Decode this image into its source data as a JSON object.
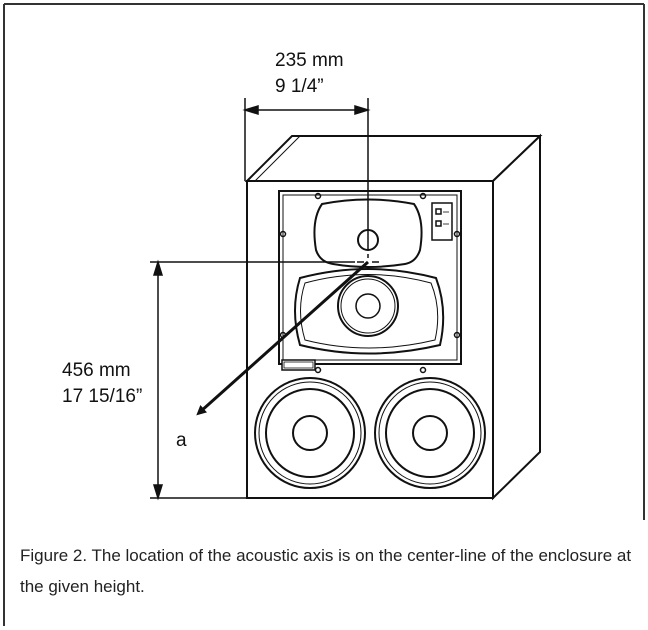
{
  "width_dimension": {
    "metric": "235 mm",
    "imperial": "9 1/4”"
  },
  "height_dimension": {
    "metric": "456 mm",
    "imperial": "17 15/16”"
  },
  "axis_label": "a",
  "caption": "Figure 2. The location of the acoustic axis is on the center-line of the enclosure at the given height."
}
